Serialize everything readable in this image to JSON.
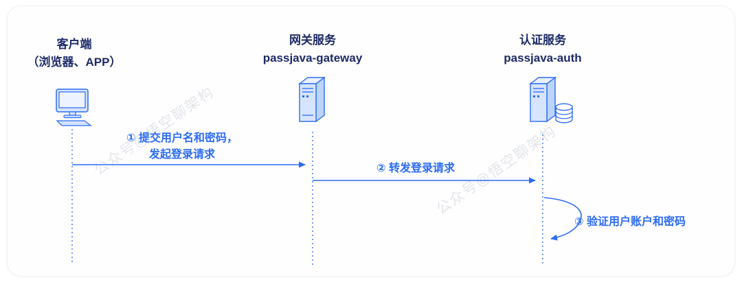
{
  "diagram": {
    "type": "sequence-diagram",
    "participants": [
      {
        "id": "client",
        "title_line1": "客户端",
        "title_line2": "（浏览器、APP）",
        "icon": "computer-icon"
      },
      {
        "id": "gateway",
        "title_line1": "网关服务",
        "title_line2": "passjava-gateway",
        "icon": "server-icon"
      },
      {
        "id": "auth",
        "title_line1": "认证服务",
        "title_line2": "passjava-auth",
        "icon": "server-database-icon"
      }
    ],
    "messages": [
      {
        "from": "client",
        "to": "gateway",
        "label_line1": "① 提交用户名和密码，",
        "label_line2": "发起登录请求"
      },
      {
        "from": "gateway",
        "to": "auth",
        "label_line1": "② 转发登录请求"
      },
      {
        "from": "auth",
        "to": "auth",
        "label_line1": "③ 验证用户账户和密码"
      }
    ],
    "watermark": "公众号@悟空聊架构",
    "colors": {
      "accent": "#2b6bf3",
      "title": "#1d2a66",
      "icon_fill": "#d6e4ff",
      "watermark": "#cdd1d8"
    }
  }
}
